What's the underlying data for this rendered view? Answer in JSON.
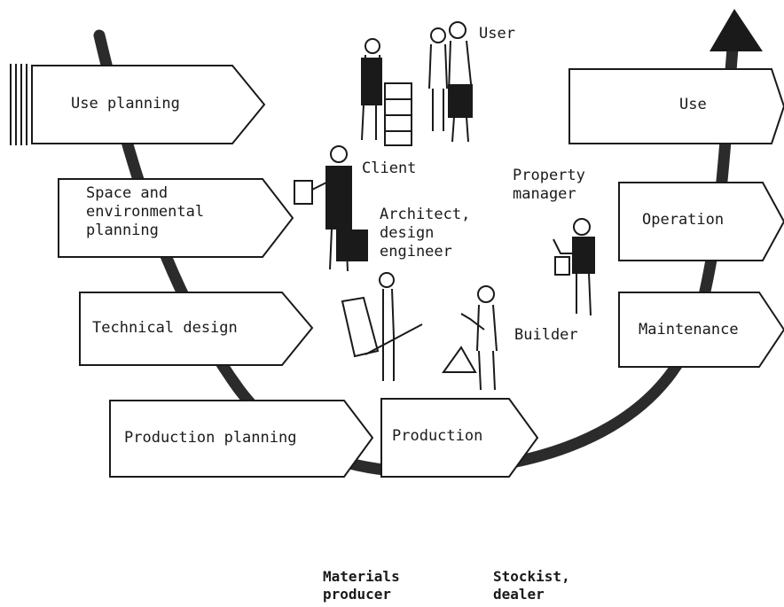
{
  "phases_left": [
    {
      "id": "use-planning",
      "label": "Use planning"
    },
    {
      "id": "space-environmental-planning",
      "label": "Space and\nenvironmental\nplanning"
    },
    {
      "id": "technical-design",
      "label": "Technical design"
    },
    {
      "id": "production-planning",
      "label": "Production planning"
    }
  ],
  "phases_right": [
    {
      "id": "production",
      "label": "Production"
    },
    {
      "id": "maintenance",
      "label": "Maintenance"
    },
    {
      "id": "operation",
      "label": "Operation"
    },
    {
      "id": "use",
      "label": "Use"
    }
  ],
  "actors": {
    "user": "User",
    "client": "Client",
    "property_manager": "Property\nmanager",
    "architect": "Architect,\ndesign\nengineer",
    "builder": "Builder",
    "materials_producer": "Materials\nproducer",
    "stockist": "Stockist,\ndealer"
  },
  "colors": {
    "ink": "#1a1a1a",
    "paper": "#ffffff",
    "curve": "#2b2b2b"
  }
}
